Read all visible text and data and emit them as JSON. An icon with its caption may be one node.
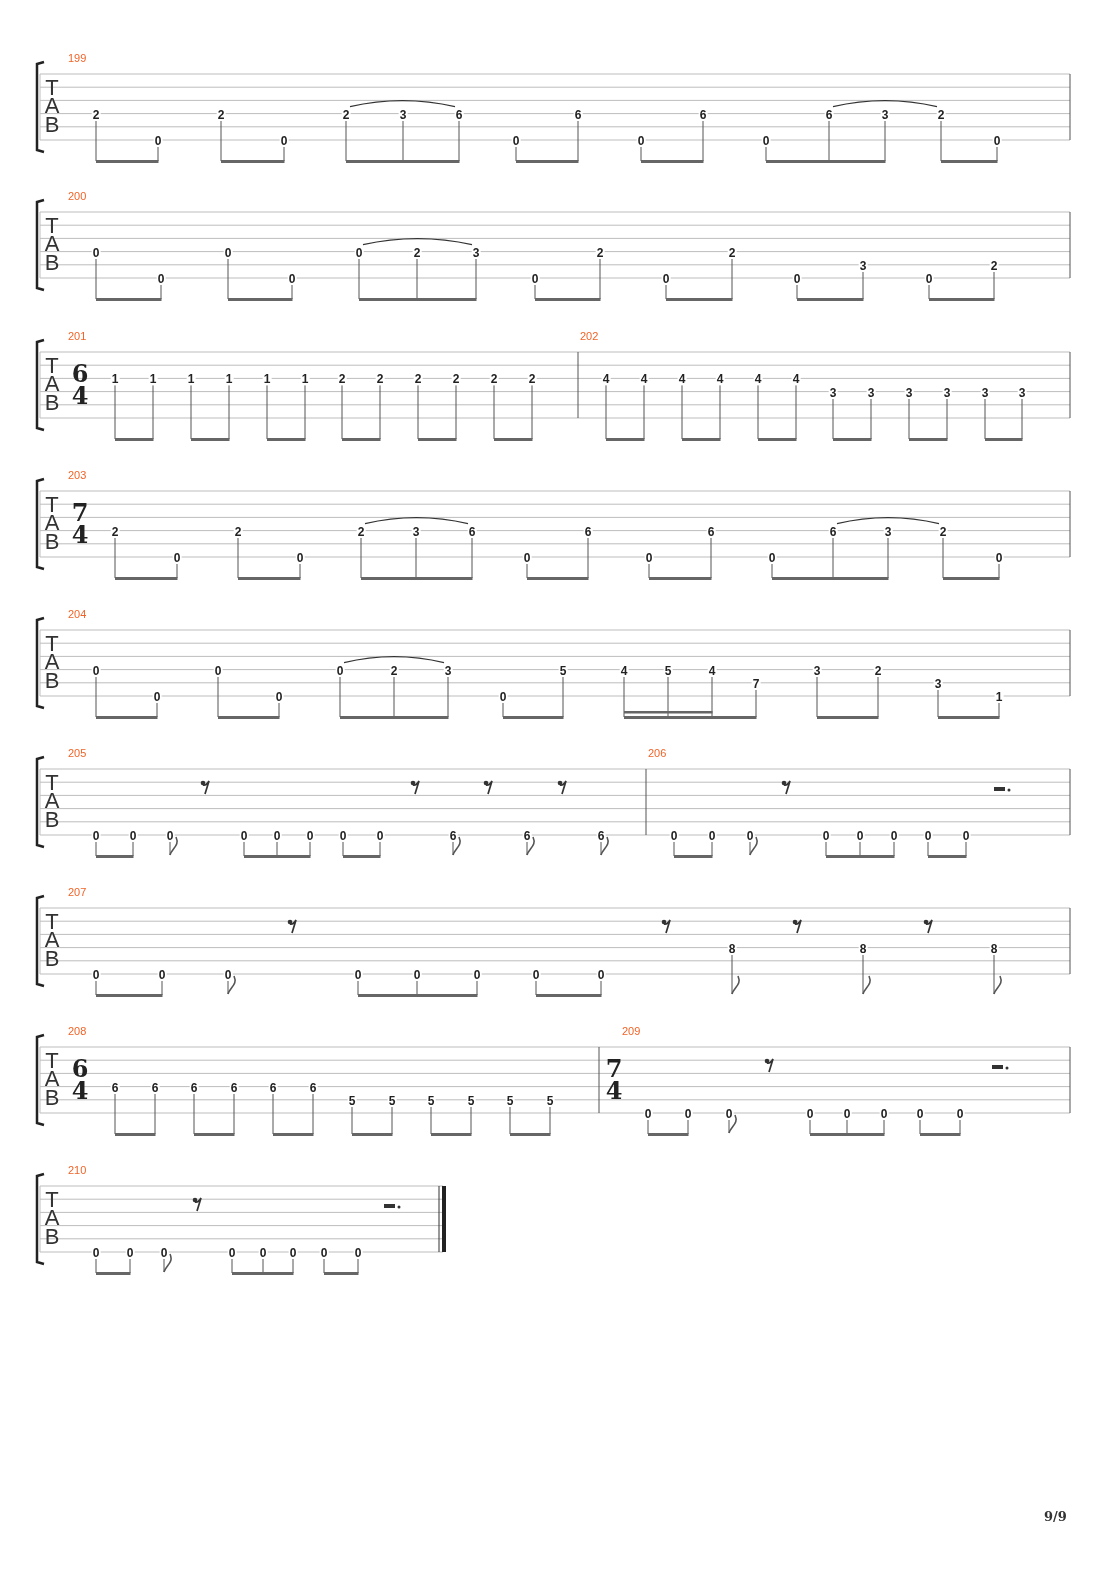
{
  "diagram": {
    "labels": [
      "199",
      "T",
      "A",
      "B",
      "2",
      "0",
      "2",
      "0",
      "2",
      "3",
      "6",
      "0",
      "6",
      "0",
      "6",
      "0",
      "6",
      "3",
      "2",
      "0",
      "200",
      "T",
      "A",
      "B",
      "0",
      "0",
      "0",
      "0",
      "0",
      "2",
      "3",
      "0",
      "2",
      "0",
      "2",
      "0",
      "3",
      "0",
      "2",
      "201",
      "T",
      "A",
      "B",
      "6",
      "4",
      "1",
      "1",
      "1",
      "1",
      "1",
      "1",
      "2",
      "2",
      "2",
      "2",
      "2",
      "2",
      "202",
      "4",
      "4",
      "4",
      "4",
      "4",
      "4",
      "3",
      "3",
      "3",
      "3",
      "3",
      "3",
      "203",
      "T",
      "A",
      "B",
      "7",
      "4",
      "2",
      "0",
      "2",
      "0",
      "2",
      "3",
      "6",
      "0",
      "6",
      "0",
      "6",
      "0",
      "6",
      "3",
      "2",
      "0",
      "204",
      "T",
      "A",
      "B",
      "0",
      "0",
      "0",
      "0",
      "0",
      "2",
      "3",
      "0",
      "5",
      "4",
      "5",
      "4",
      "7",
      "3",
      "2",
      "3",
      "1",
      "205",
      "T",
      "A",
      "B",
      "0",
      "0",
      "0",
      "0",
      "0",
      "0",
      "0",
      "0",
      "6",
      "6",
      "6",
      "206",
      "0",
      "0",
      "0",
      "0",
      "0",
      "0",
      "0",
      "0",
      "207",
      "T",
      "A",
      "B",
      "0",
      "0",
      "0",
      "0",
      "0",
      "0",
      "0",
      "0",
      "8",
      "8",
      "8",
      "208",
      "T",
      "A",
      "B",
      "6",
      "4",
      "6",
      "6",
      "6",
      "6",
      "6",
      "6",
      "5",
      "5",
      "5",
      "5",
      "5",
      "5",
      "209",
      "7",
      "4",
      "0",
      "0",
      "0",
      "0",
      "0",
      "0",
      "0",
      "0",
      "210",
      "T",
      "A",
      "B",
      "0",
      "0",
      "0",
      "0",
      "0",
      "0",
      "0",
      "0",
      "9/9"
    ]
  }
}
